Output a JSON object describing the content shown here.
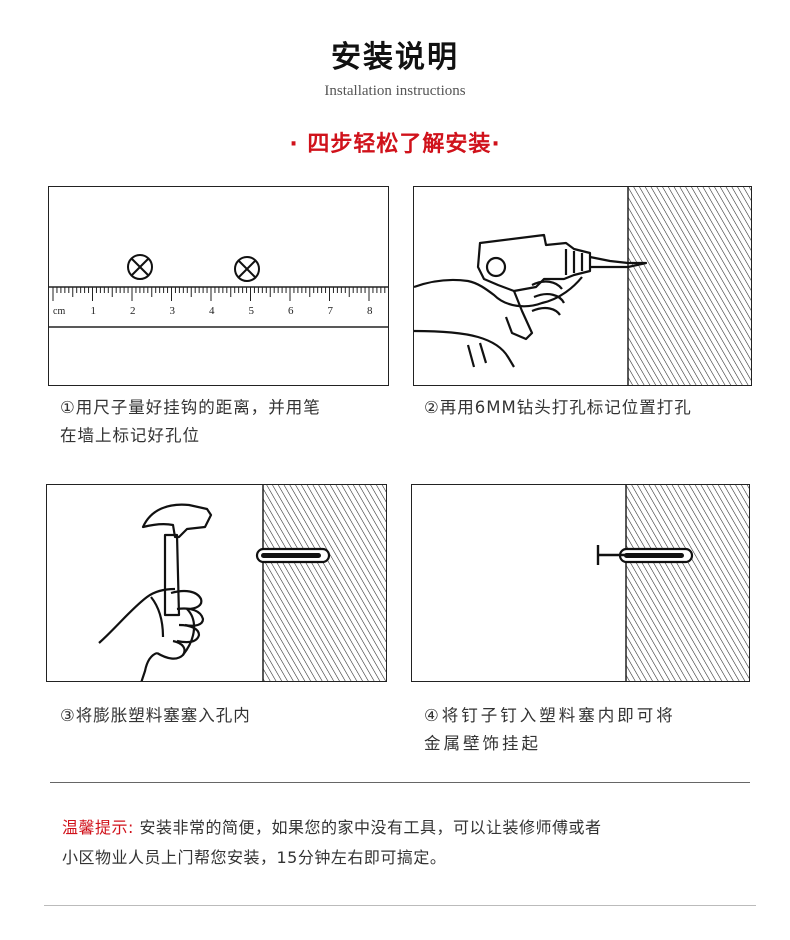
{
  "header": {
    "title": "安装说明",
    "subtitle": "Installation instructions",
    "tagline": "· 四步轻松了解安装·"
  },
  "ruler": {
    "unit": "cm",
    "numbers": [
      "1",
      "2",
      "3",
      "4",
      "5",
      "6",
      "7",
      "8"
    ]
  },
  "steps": [
    {
      "caption_line1": "①用尺子量好挂钩的距离，并用笔",
      "caption_line2": "在墙上标记好孔位"
    },
    {
      "caption_line1": "②再用6MM钻头打孔标记位置打孔",
      "caption_line2": ""
    },
    {
      "caption_line1": "③将膨胀塑料塞塞入孔内",
      "caption_line2": ""
    },
    {
      "caption_line1": "④将钉子钉入塑料塞内即可将",
      "caption_line2": "金属壁饰挂起"
    }
  ],
  "tip": {
    "label": "温馨提示:",
    "line1": " 安装非常的简便，如果您的家中没有工具，可以让装修师傅或者",
    "line2": "小区物业人员上门帮您安装，15分钟左右即可搞定。"
  },
  "colors": {
    "accent": "#d0121b",
    "line": "#222222"
  }
}
